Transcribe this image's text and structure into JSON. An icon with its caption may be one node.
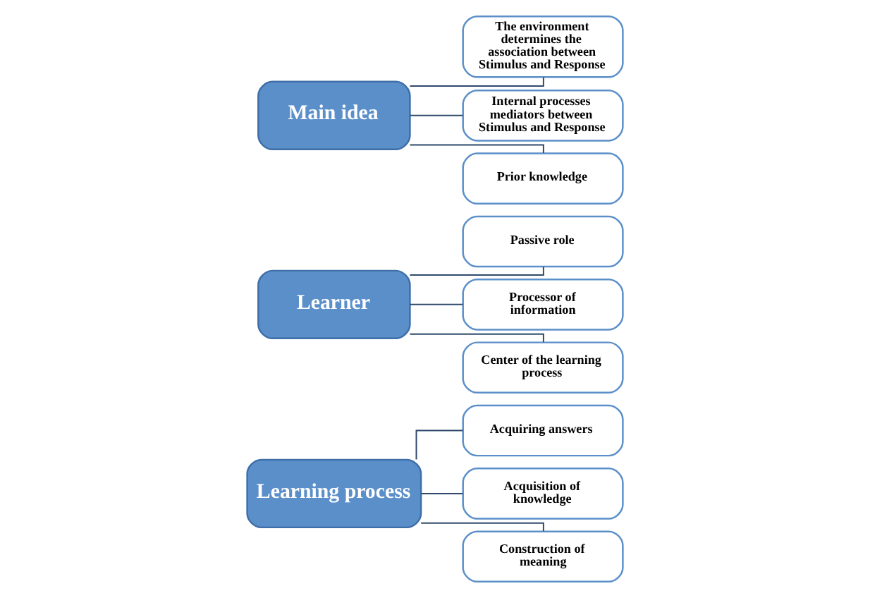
{
  "diagram": {
    "nodes": [
      {
        "text": [
          "Learning process"
        ]
      },
      {
        "text": [
          "Acquiring answers"
        ]
      },
      {
        "text": [
          "Acquisition of knowledge"
        ]
      },
      {
        "text": [
          "Construction of meaning"
        ]
      },
      {
        "text": [
          "Learner"
        ]
      },
      {
        "text": [
          "Passive role"
        ]
      },
      {
        "text": [
          "Processor of information"
        ]
      },
      {
        "text": [
          "Center of the learning process"
        ]
      },
      {
        "text": [
          "Main idea"
        ]
      },
      {
        "text": [
          "The environment determines the association between Stimulus and Response"
        ]
      },
      {
        "text": [
          "Internal processes mediators between Stimulus and Response"
        ]
      },
      {
        "text": [
          "Prior knowledge"
        ]
      }
    ],
    "edges": [
      {
        "from": 0,
        "to": 1,
        "arrow": "none"
      },
      {
        "from": 0,
        "to": 2,
        "arrow": "none"
      },
      {
        "from": 0,
        "to": 3,
        "arrow": "none"
      },
      {
        "from": 4,
        "to": 5,
        "arrow": "none"
      },
      {
        "from": 4,
        "to": 6,
        "arrow": "none"
      },
      {
        "from": 4,
        "to": 7,
        "arrow": "none"
      },
      {
        "from": 8,
        "to": 9,
        "arrow": "none"
      },
      {
        "from": 8,
        "to": 10,
        "arrow": "none"
      },
      {
        "from": 8,
        "to": 11,
        "arrow": "none"
      }
    ]
  }
}
